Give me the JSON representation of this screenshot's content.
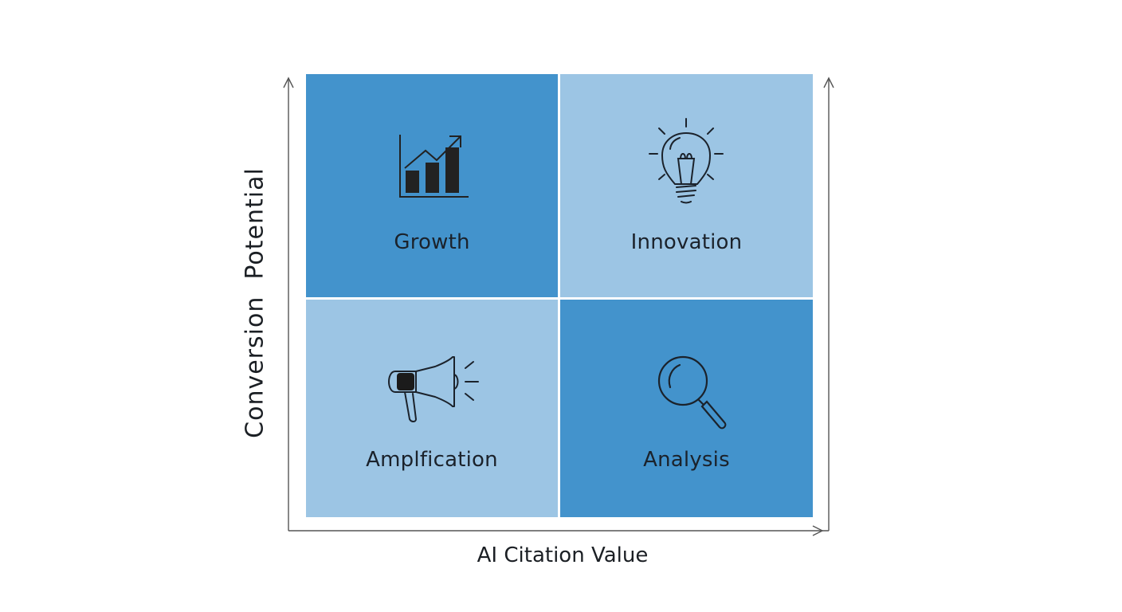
{
  "diagram": {
    "type": "2x2 quadrant matrix",
    "y_axis_label": "Conversion  Potential",
    "x_axis_label": "AI Citation Value",
    "colors": {
      "dark_blue": "#4393cc",
      "light_blue": "#9cc5e4",
      "axis": "#555555",
      "text": "#1b222b"
    },
    "quadrants": [
      {
        "position": "top-left",
        "label": "Growth",
        "icon": "bar-chart-trend-up-icon",
        "fill": "dark_blue"
      },
      {
        "position": "top-right",
        "label": "Innovation",
        "icon": "lightbulb-icon",
        "fill": "light_blue"
      },
      {
        "position": "bottom-left",
        "label": "Amplfication",
        "icon": "megaphone-icon",
        "fill": "light_blue"
      },
      {
        "position": "bottom-right",
        "label": "Analysis",
        "icon": "magnifying-glass-icon",
        "fill": "dark_blue"
      }
    ]
  }
}
